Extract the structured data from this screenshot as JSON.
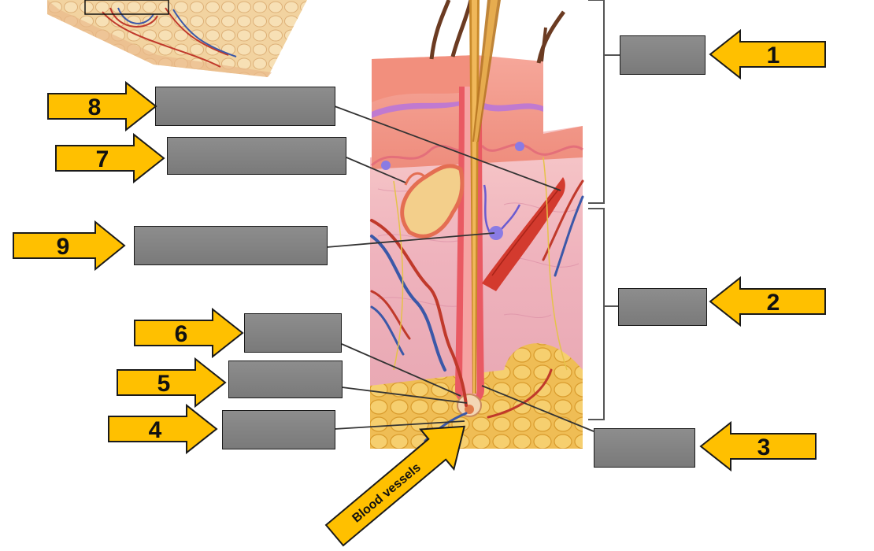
{
  "diagram": {
    "subject": "hair-follicle-skin-cross-section",
    "labels": [
      {
        "id": "1",
        "answer": ""
      },
      {
        "id": "2",
        "answer": ""
      },
      {
        "id": "3",
        "answer": ""
      },
      {
        "id": "4",
        "answer": ""
      },
      {
        "id": "5",
        "answer": ""
      },
      {
        "id": "6",
        "answer": ""
      },
      {
        "id": "7",
        "answer": ""
      },
      {
        "id": "8",
        "answer": ""
      },
      {
        "id": "9",
        "answer": ""
      }
    ],
    "blood_vessels_label": "Blood vessels"
  },
  "colors": {
    "arrow_fill": "#ffc000",
    "arrow_stroke": "#1a1a1a",
    "box_fill": "#808080",
    "leader_line": "#333333"
  }
}
